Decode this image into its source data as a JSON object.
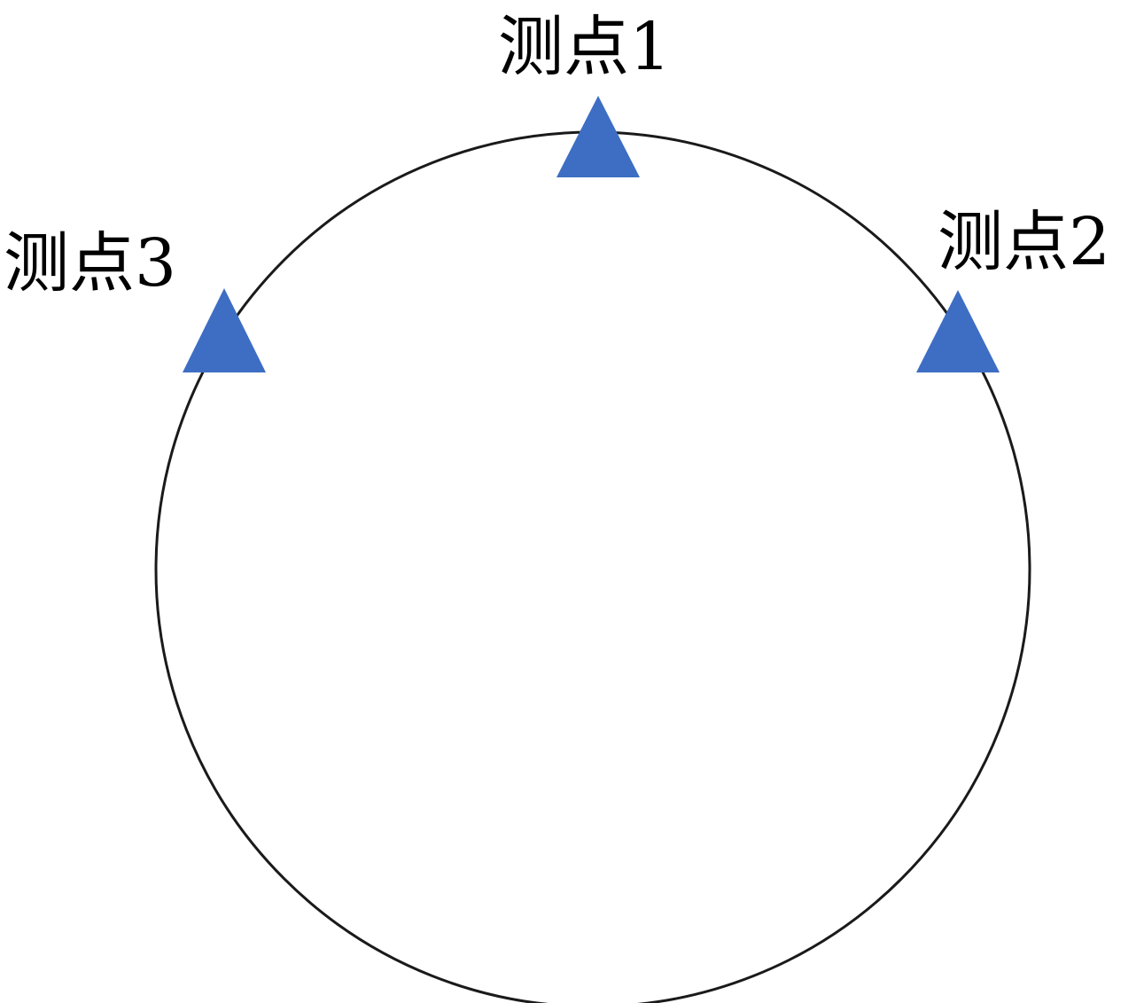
{
  "diagram": {
    "colors": {
      "marker": "#3D6EC3",
      "outline": "#1a1a1a",
      "text": "#000000"
    },
    "points": [
      {
        "id": "p1",
        "label": "测点1",
        "icon": "triangle-marker-icon"
      },
      {
        "id": "p2",
        "label": "测点2",
        "icon": "triangle-marker-icon"
      },
      {
        "id": "p3",
        "label": "测点3",
        "icon": "triangle-marker-icon"
      }
    ]
  }
}
